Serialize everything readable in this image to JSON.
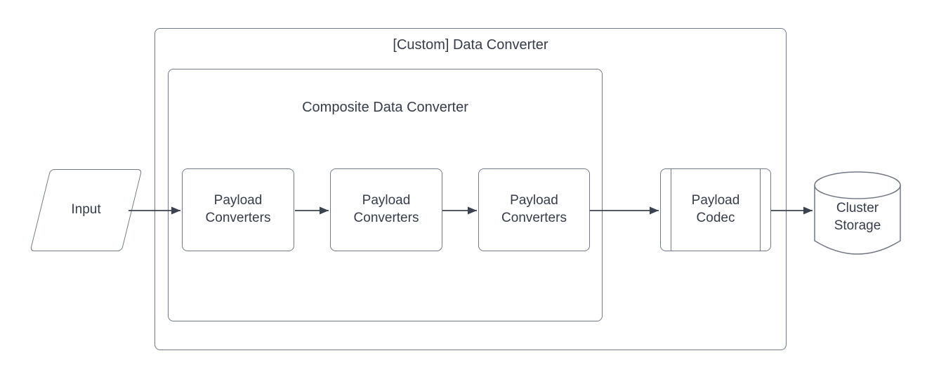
{
  "diagram": {
    "colors": {
      "background": "#ffffff",
      "shape_stroke": "#717887",
      "arrow": "#3b4250",
      "text": "#353c4b"
    },
    "containers": {
      "outer": {
        "title": "[Custom] Data Converter"
      },
      "inner": {
        "title": "Composite Data Converter"
      }
    },
    "nodes": {
      "input": {
        "label": "Input",
        "shape": "parallelogram"
      },
      "converters": [
        {
          "label": "Payload Converters",
          "shape": "rounded-rect"
        },
        {
          "label": "Payload Converters",
          "shape": "rounded-rect"
        },
        {
          "label": "Payload Converters",
          "shape": "rounded-rect"
        }
      ],
      "codec": {
        "label": "Payload Codec",
        "shape": "predefined-process"
      },
      "storage": {
        "label": "Cluster Storage",
        "shape": "cylinder"
      }
    },
    "edges": [
      {
        "from": "input",
        "to": "payload-converters-1"
      },
      {
        "from": "payload-converters-1",
        "to": "payload-converters-2"
      },
      {
        "from": "payload-converters-2",
        "to": "payload-converters-3"
      },
      {
        "from": "payload-converters-3",
        "to": "payload-codec"
      },
      {
        "from": "payload-codec",
        "to": "cluster-storage"
      }
    ]
  }
}
